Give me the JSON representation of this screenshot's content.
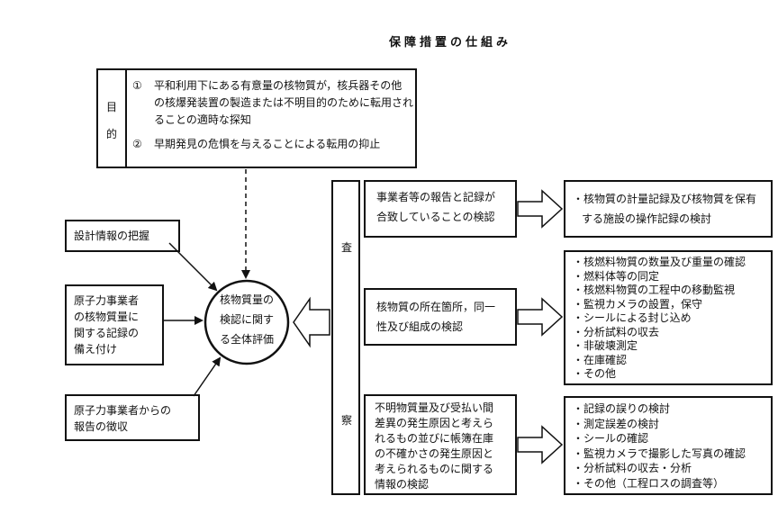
{
  "title": "保障措置の仕組み",
  "purpose": {
    "label_chars": [
      "目",
      "的"
    ],
    "items": [
      {
        "num": "①",
        "text_lines": [
          "平和利用下にある有意量の核物質が，核兵器その他",
          "の核爆発装置の製造または不明目的のために転用され",
          "ることの適時な探知"
        ]
      },
      {
        "num": "②",
        "text_lines": [
          "早期発見の危惧を与えることによる転用の抑止"
        ]
      }
    ]
  },
  "inputs": [
    {
      "lines": [
        "設計情報の把握"
      ]
    },
    {
      "lines": [
        "原子力事業者",
        "の核物質量に",
        "関する記録の",
        "備え付け"
      ]
    },
    {
      "lines": [
        "原子力事業者からの",
        "報告の徴収"
      ]
    }
  ],
  "center": {
    "lines": [
      "核物質量の",
      "検認に関す",
      "る全体評価"
    ]
  },
  "inspection_label": [
    "査",
    "察"
  ],
  "checks": [
    {
      "lines": [
        "事業者等の報告と記録が",
        "合致していることの検認"
      ],
      "details": [
        "核物質の計量記録及び核物質を保有",
        "する施設の操作記録の検討"
      ]
    },
    {
      "lines": [
        "核物質の所在箇所，同一",
        "性及び組成の検認"
      ],
      "details": [
        "核燃料物質の数量及び重量の確認",
        "燃料体等の同定",
        "核燃料物質の工程中の移動監視",
        "監視カメラの設置，保守",
        "シールによる封じ込め",
        "分析試料の収去",
        "非破壊測定",
        "在庫確認",
        "その他"
      ]
    },
    {
      "lines": [
        "不明物質量及び受払い間",
        "差異の発生原因と考えら",
        "れるもの並びに帳簿在庫",
        "の不確かさの発生原因と",
        "考えられるものに関する",
        "情報の検認"
      ],
      "details": [
        "記録の誤りの検討",
        "測定誤差の検討",
        "シールの確認",
        "監視カメラで撮影した写真の確認",
        "分析試料の収去・分析",
        "その他（工程ロスの調査等）"
      ]
    }
  ]
}
